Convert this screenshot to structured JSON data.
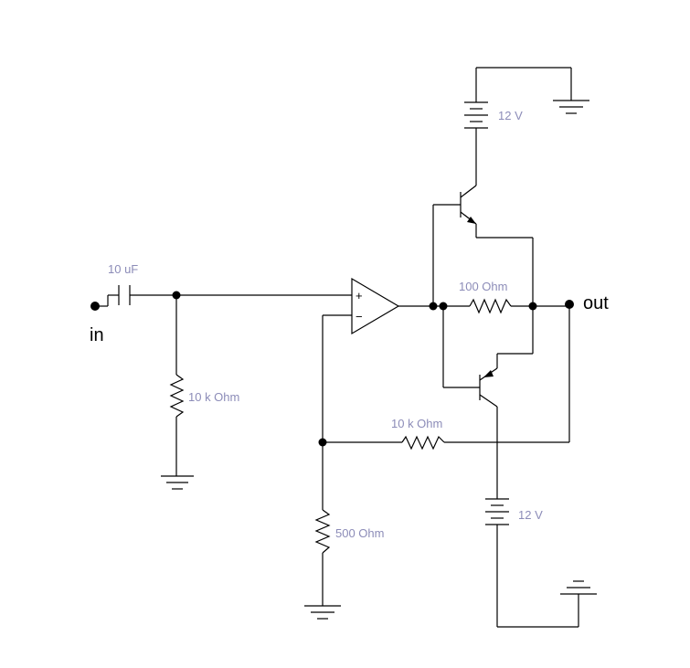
{
  "terminals": {
    "input": "in",
    "output": "out"
  },
  "labels": {
    "input_capacitor": "10 uF",
    "input_resistor": "10 k Ohm",
    "output_resistor": "100  Ohm",
    "feedback_resistor": "10 k Ohm",
    "ground_resistor": "500  Ohm",
    "top_battery": "12 V",
    "bottom_battery": "12 V"
  },
  "opamp": {
    "plus_sign": "+",
    "minus_sign": "−"
  },
  "colors": {
    "wire": "#000000",
    "label": "#8c8cb8"
  }
}
